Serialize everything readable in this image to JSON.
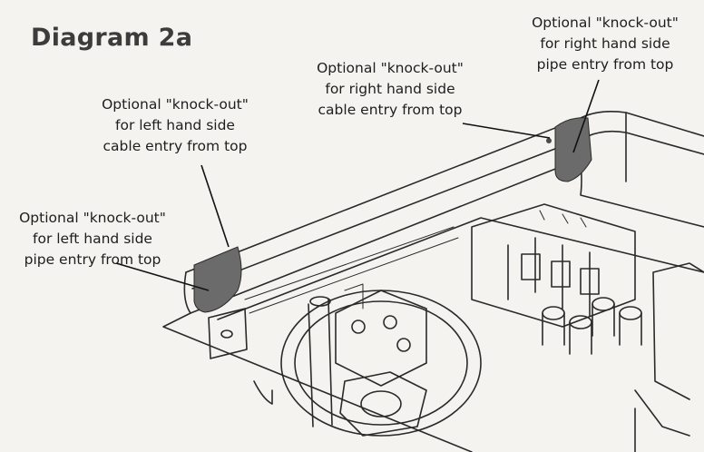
{
  "title": "Diagram 2a",
  "labels": {
    "right_pipe": [
      "Optional \"knock-out\"",
      "for right hand side",
      "pipe entry from top"
    ],
    "right_cable": [
      "Optional \"knock-out\"",
      "for right hand side",
      "cable entry from top"
    ],
    "left_cable": [
      "Optional \"knock-out\"",
      "for left hand side",
      "cable entry from top"
    ],
    "left_pipe": [
      "Optional \"knock-out\"",
      "for left hand side",
      "pipe entry from top"
    ]
  },
  "colors": {
    "background": "#f4f3ef",
    "ink": "#1e1e1e",
    "knockout_fill": "#6b6b6b"
  }
}
